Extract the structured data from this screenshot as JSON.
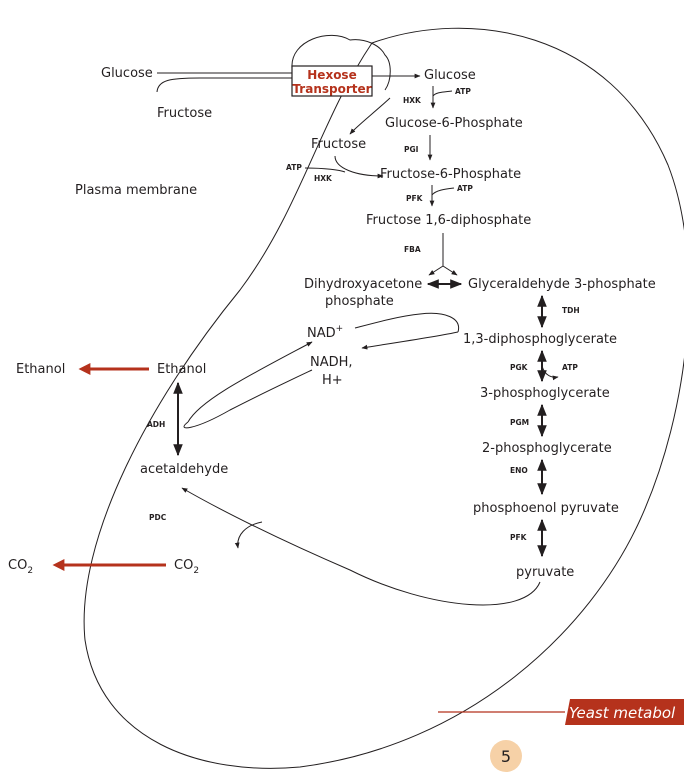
{
  "colors": {
    "accent": "#b5321c",
    "ink": "#231f20",
    "page_badge": "#f6d1a7"
  },
  "external": {
    "glucose": "Glucose",
    "fructose": "Fructose",
    "ethanol": "Ethanol",
    "co2": "CO",
    "co2_sub": "2"
  },
  "membrane": {
    "label": "Plasma membrane"
  },
  "transporter": {
    "line1": "Hexose",
    "line2": "Transporter"
  },
  "metabolites": {
    "glucose": "Glucose",
    "g6p": "Glucose-6-Phosphate",
    "fructose": "Fructose",
    "f6p": "Fructose-6-Phosphate",
    "f16dp": "Fructose 1,6-diphosphate",
    "dhap_line1": "Dihydroxyacetone",
    "dhap_line2": "phosphate",
    "g3p": "Glyceraldehyde 3-phosphate",
    "bpg": "1,3-diphosphoglycerate",
    "pg3": "3-phosphoglycerate",
    "pg2": "2-phosphoglycerate",
    "pep": "phosphoenol pyruvate",
    "pyruvate": "pyruvate",
    "ethanol": "Ethanol",
    "acetaldehyde": "acetaldehyde",
    "co2": "CO",
    "co2_sub": "2",
    "nad": "NAD",
    "nad_sup": "+",
    "nadh_line1": "NADH,",
    "nadh_line2": "H+"
  },
  "enzymes": {
    "hxk1": "HXK",
    "hxk2": "HXK",
    "pgi": "PGI",
    "pfk1": "PFK",
    "fba": "FBA",
    "tdh": "TDH",
    "pgk": "PGK",
    "pgm": "PGM",
    "eno": "ENO",
    "pfk2": "PFK",
    "adh": "ADH",
    "pdc": "PDC"
  },
  "cofactors": {
    "atp1": "ATP",
    "atp2": "ATP",
    "atp3": "ATP",
    "atp4": "ATP"
  },
  "banner": {
    "text": "Yeast metabol"
  },
  "page_number": "5"
}
